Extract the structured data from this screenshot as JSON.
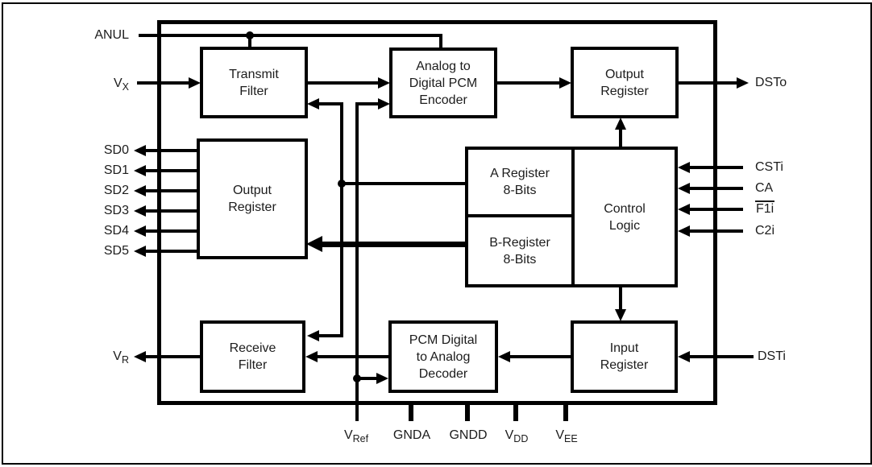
{
  "diagram": {
    "type": "block-diagram",
    "blocks": {
      "transmit_filter": "Transmit\nFilter",
      "adc_encoder": "Analog to\nDigital PCM\nEncoder",
      "output_register_top": "Output\nRegister",
      "output_register_left": "Output\nRegister",
      "a_register": "A Register\n8-Bits",
      "b_register": "B-Register\n8-Bits",
      "control_logic": "Control\nLogic",
      "receive_filter": "Receive\nFilter",
      "pcm_decoder": "PCM Digital\nto Analog\nDecoder",
      "input_register": "Input\nRegister"
    },
    "pins": {
      "anul": {
        "label": "ANUL"
      },
      "vx": {
        "main": "V",
        "sub": "X"
      },
      "sd0": {
        "label": "SD0"
      },
      "sd1": {
        "label": "SD1"
      },
      "sd2": {
        "label": "SD2"
      },
      "sd3": {
        "label": "SD3"
      },
      "sd4": {
        "label": "SD4"
      },
      "sd5": {
        "label": "SD5"
      },
      "vr": {
        "main": "V",
        "sub": "R"
      },
      "dsto": {
        "label": "DSTo"
      },
      "csti": {
        "label": "CSTi"
      },
      "ca": {
        "label": "CA"
      },
      "f1i": {
        "label": "F1i",
        "overline": true
      },
      "c2i": {
        "label": "C2i"
      },
      "dsti": {
        "label": "DSTi"
      },
      "vref": {
        "main": "V",
        "sub": "Ref"
      },
      "gnda": {
        "label": "GNDA"
      },
      "gndd": {
        "label": "GNDD"
      },
      "vdd": {
        "main": "V",
        "sub": "DD"
      },
      "vee": {
        "main": "V",
        "sub": "EE"
      }
    },
    "colors": {
      "line": "#000000",
      "text": "#1c1c1c",
      "background": "#ffffff"
    }
  }
}
